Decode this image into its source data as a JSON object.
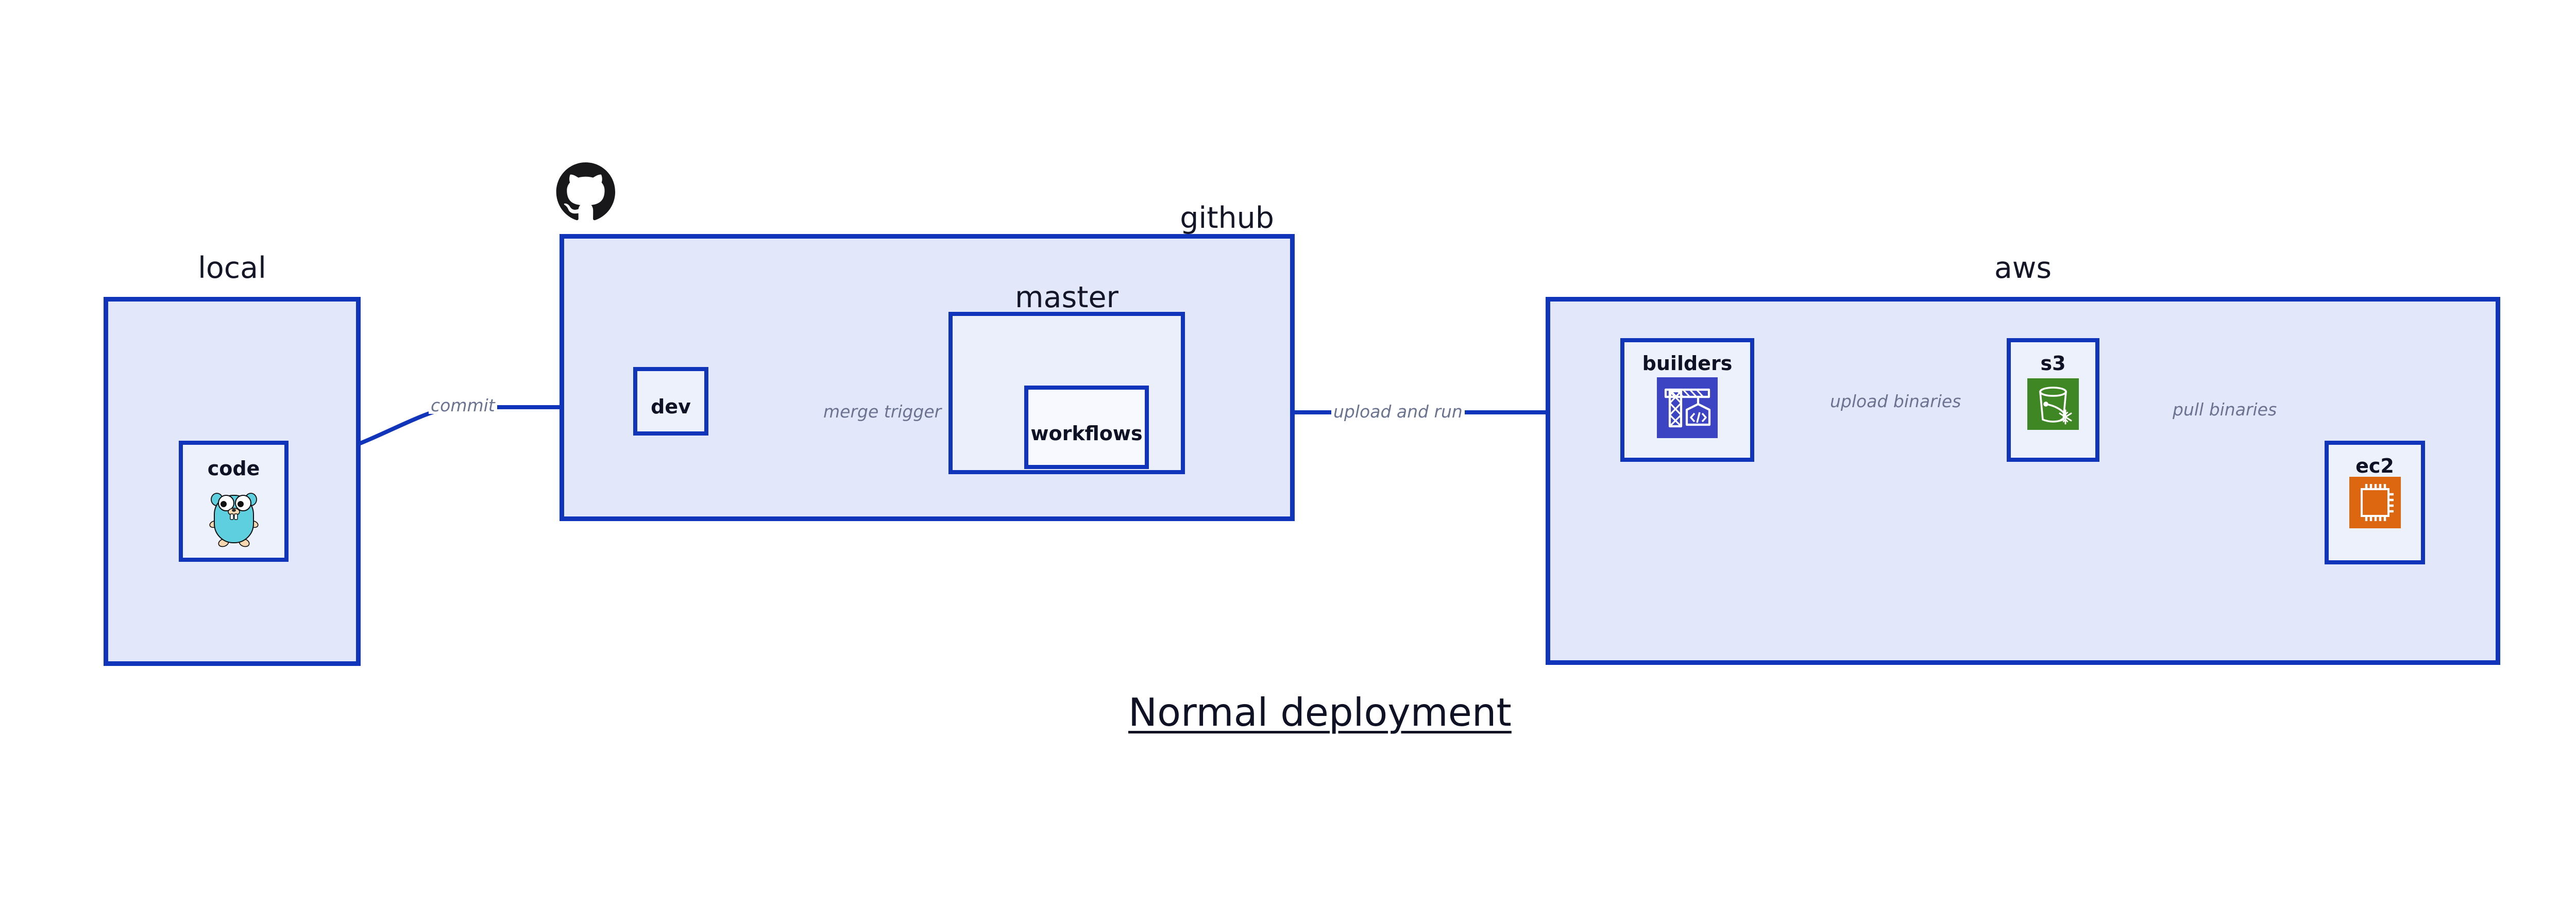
{
  "diagram": {
    "title": "Normal deployment",
    "accent_border": "#1034ba",
    "group_fill": "#e2e8fa",
    "inner_fill": "#eaeffb",
    "node_fill": "#edf1fc",
    "label_color": "#141526",
    "edge_label_color": "#6b7390"
  },
  "groups": {
    "local": {
      "label": "local"
    },
    "github": {
      "label": "github",
      "logo": "github-octocat-icon"
    },
    "master": {
      "label": "master"
    },
    "aws": {
      "label": "aws"
    }
  },
  "nodes": {
    "code": {
      "label": "code",
      "icon": "go-gopher-icon"
    },
    "dev": {
      "label": "dev",
      "icon": ""
    },
    "workflows": {
      "label": "workflows",
      "icon": ""
    },
    "builders": {
      "label": "builders",
      "icon": "aws-codebuild-crane-icon",
      "icon_color": "#3c44c4"
    },
    "s3": {
      "label": "s3",
      "icon": "aws-s3-glacier-bucket-icon",
      "icon_color": "#3f8624"
    },
    "ec2": {
      "label": "ec2",
      "icon": "aws-ec2-chip-icon",
      "icon_color": "#dd6611"
    }
  },
  "edges": [
    {
      "id": "commit",
      "label": "commit",
      "from": "code",
      "to": "dev"
    },
    {
      "id": "merge-trigger",
      "label": "merge trigger",
      "from": "dev",
      "to": "workflows"
    },
    {
      "id": "upload-and-run",
      "label": "upload and run",
      "from": "workflows",
      "to": "builders"
    },
    {
      "id": "upload-binaries",
      "label": "upload binaries",
      "from": "builders",
      "to": "s3"
    },
    {
      "id": "pull-binaries",
      "label": "pull binaries",
      "from": "s3",
      "to": "ec2"
    }
  ]
}
